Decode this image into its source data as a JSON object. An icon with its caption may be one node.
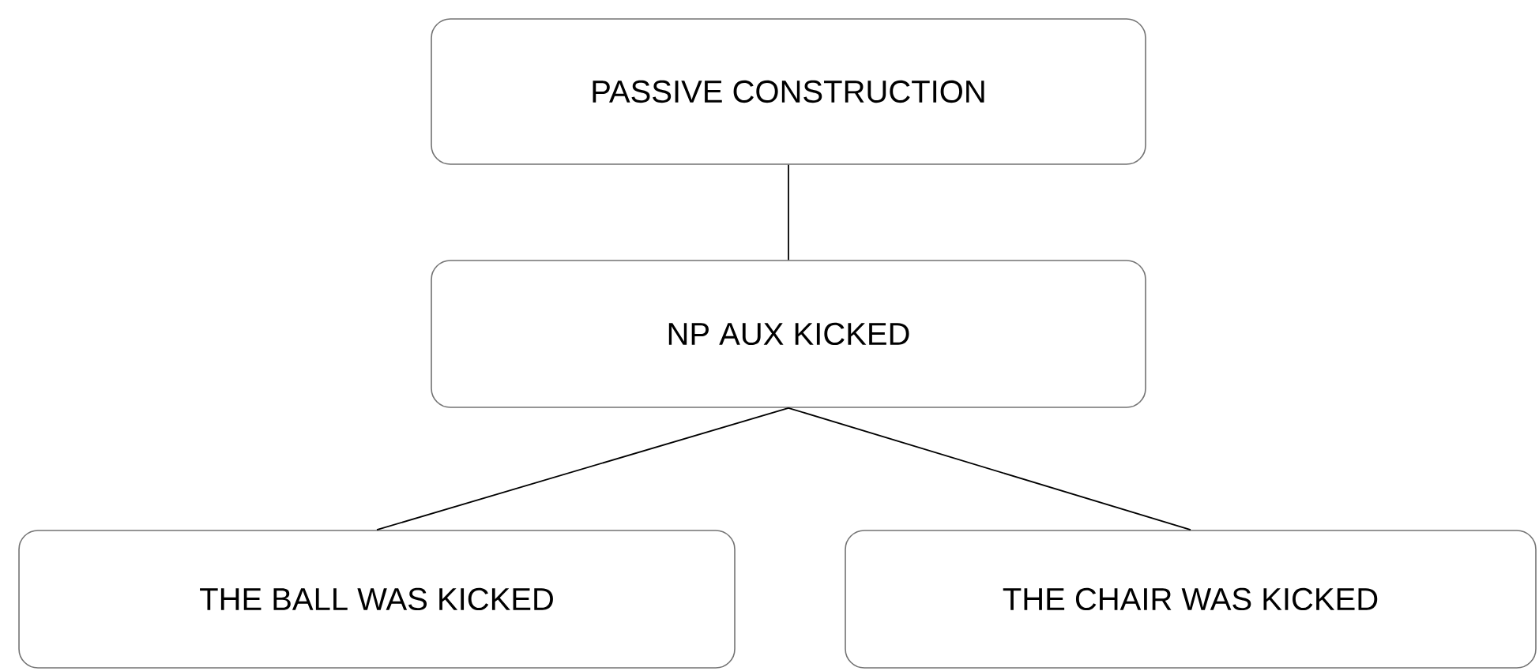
{
  "diagram": {
    "nodes": [
      {
        "text": [
          "PASSIVE CONSTRUCTION"
        ]
      },
      {
        "text": [
          "NP AUX KICKED"
        ]
      },
      {
        "text": [
          "THE BALL WAS KICKED"
        ]
      },
      {
        "text": [
          "THE CHAIR WAS KICKED"
        ]
      }
    ],
    "edges": [
      {
        "from": 0,
        "to": 1,
        "arrow": "none"
      },
      {
        "from": 1,
        "to": 2,
        "arrow": "none"
      },
      {
        "from": 1,
        "to": 3,
        "arrow": "none"
      }
    ]
  }
}
